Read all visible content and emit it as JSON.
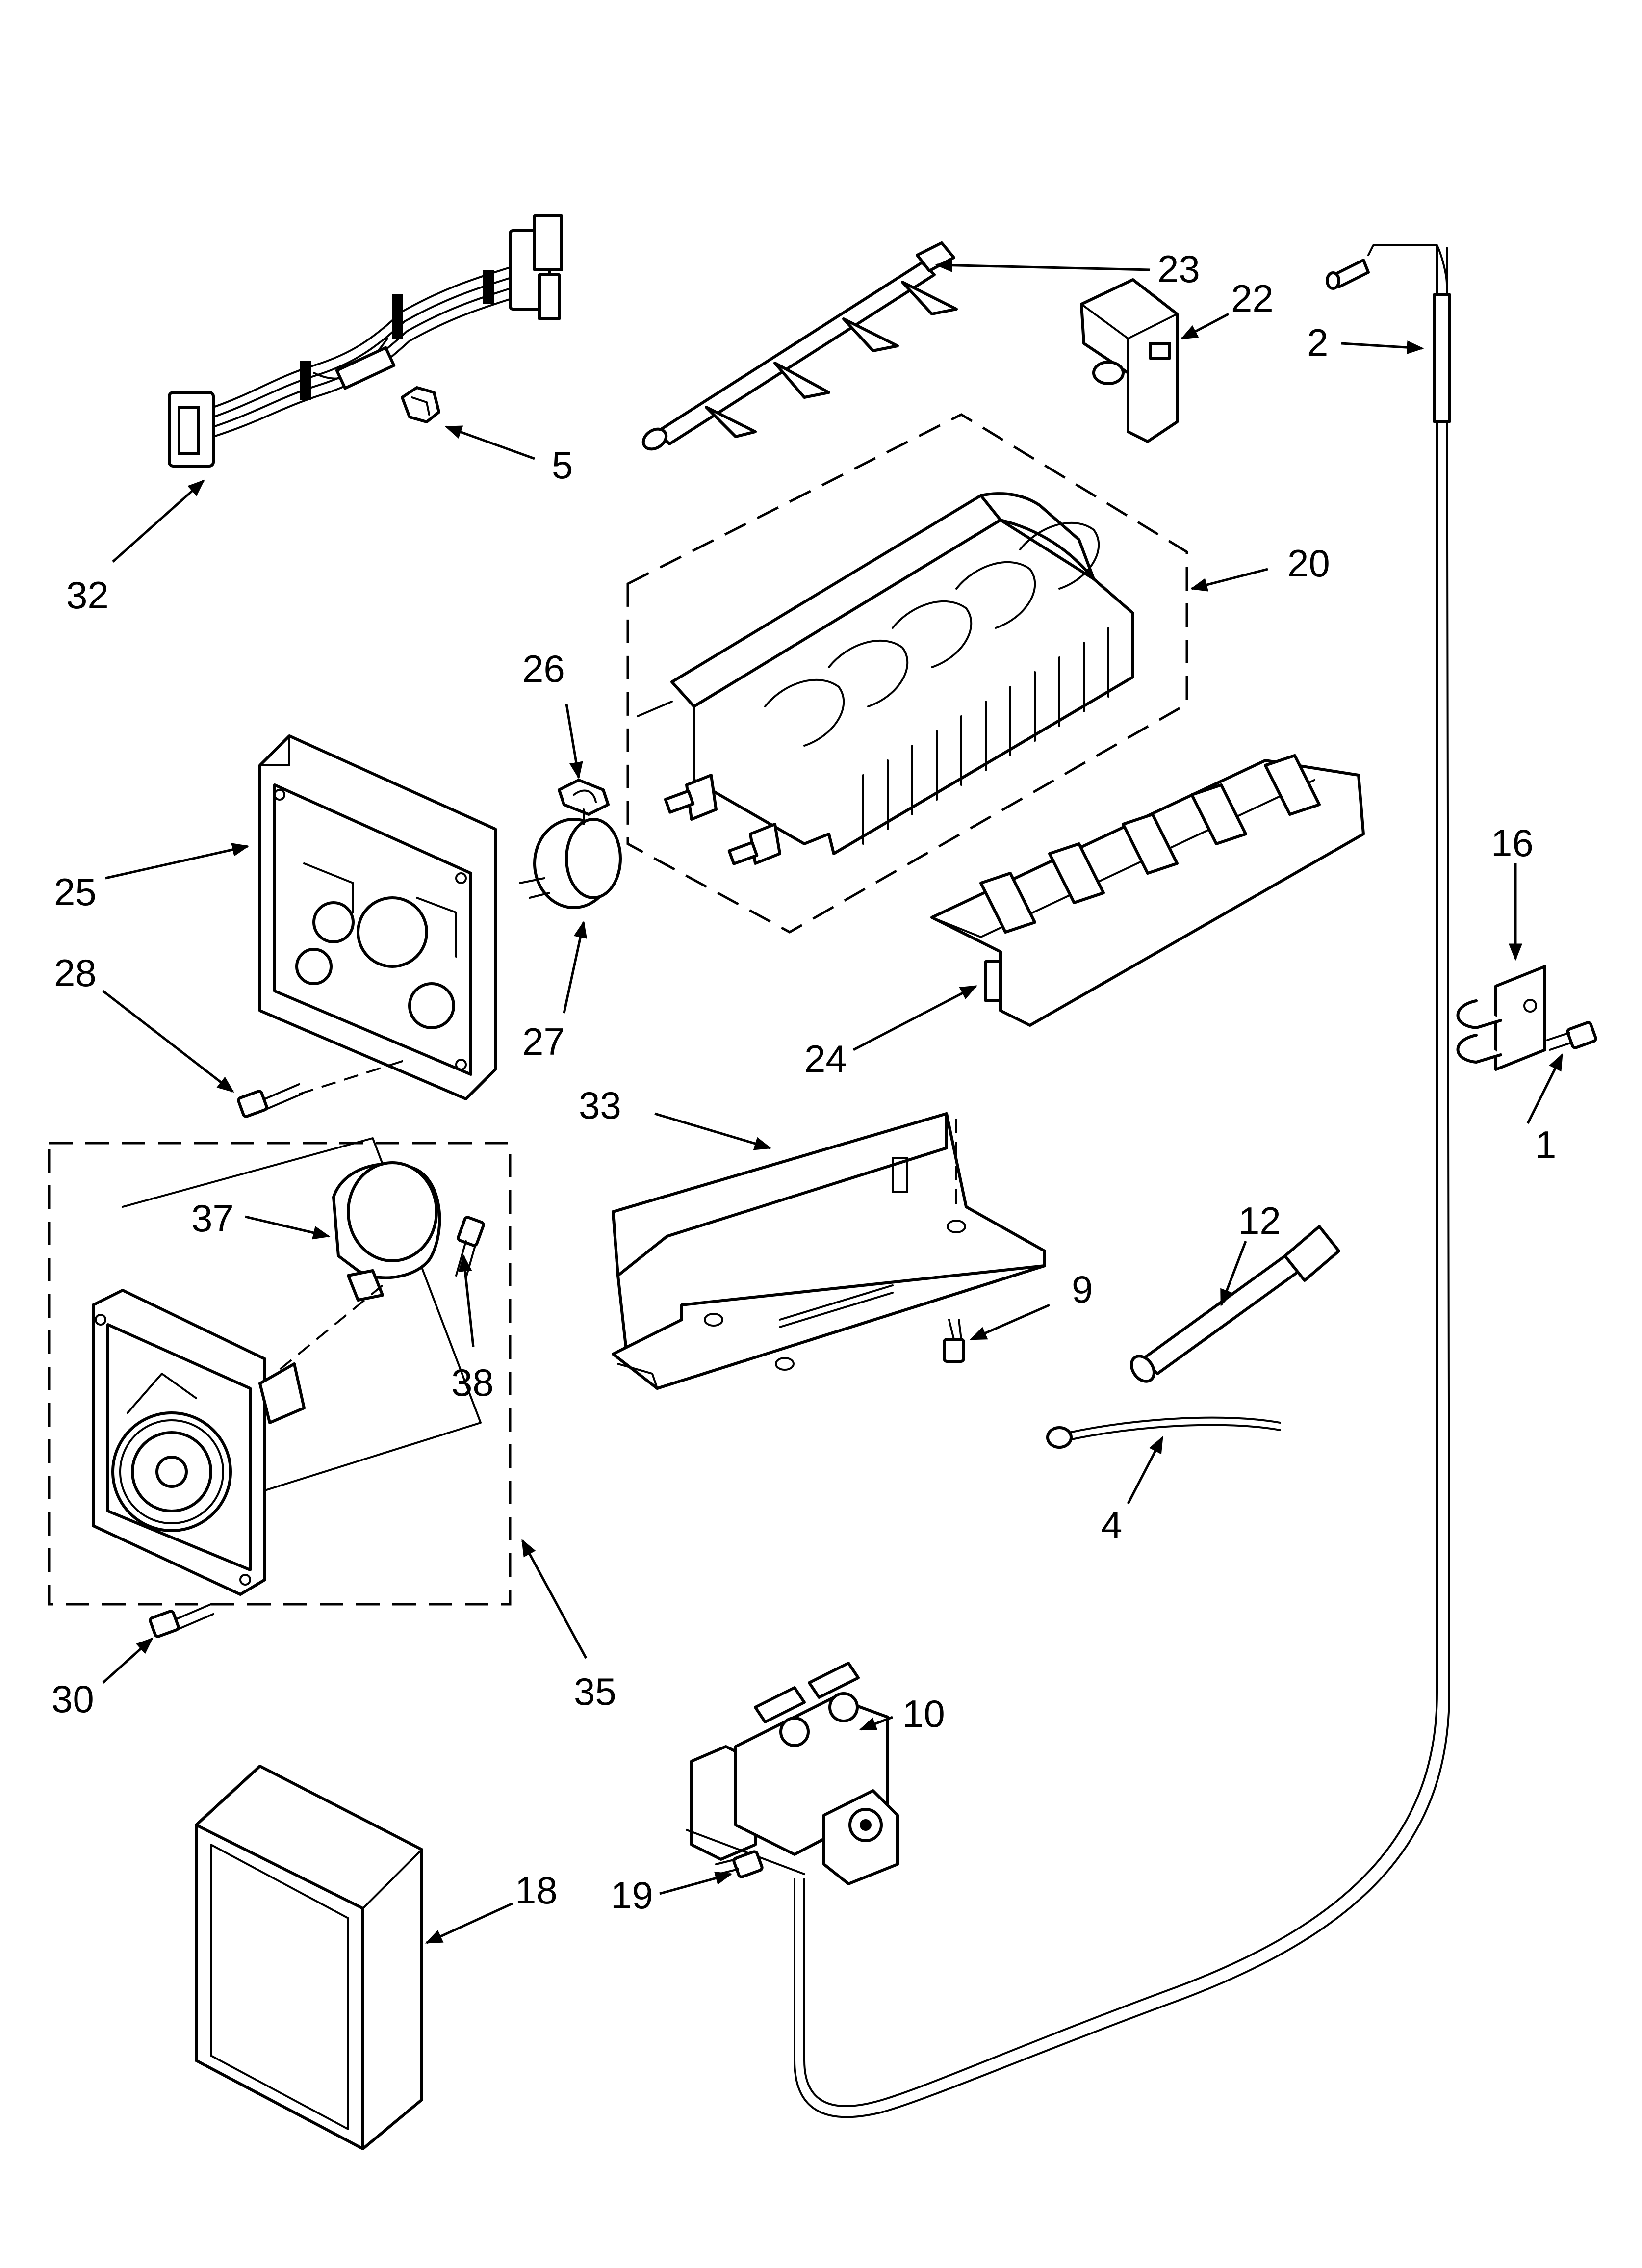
{
  "diagram": {
    "callouts": [
      "1",
      "2",
      "4",
      "5",
      "9",
      "10",
      "12",
      "16",
      "18",
      "19",
      "20",
      "22",
      "23",
      "24",
      "25",
      "26",
      "27",
      "28",
      "30",
      "32",
      "33",
      "35",
      "37",
      "38"
    ]
  }
}
